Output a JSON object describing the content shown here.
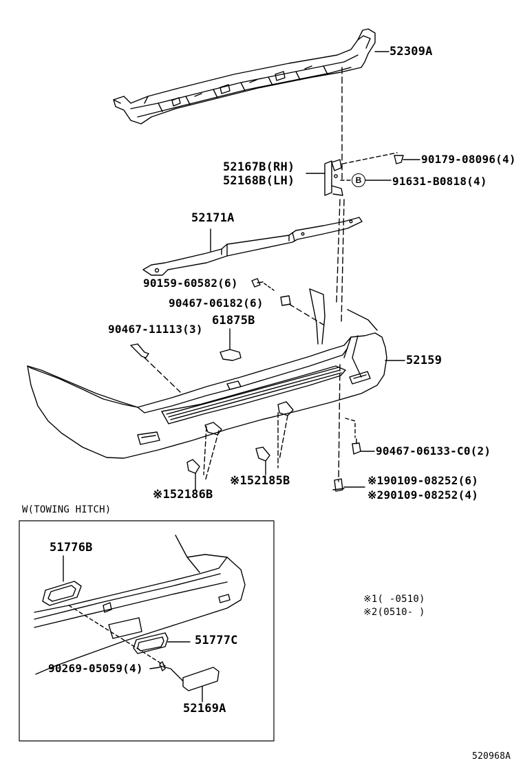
{
  "parts": {
    "p52309A": "52309A",
    "p52167B": "52167B(RH)",
    "p52168B": "52168B(LH)",
    "p90179": "90179-08096(4)",
    "p91631": "91631-B0818(4)",
    "circleB": "B",
    "p52171A": "52171A",
    "p90159": "90159-60582(6)",
    "p90467_06182": "90467-06182(6)",
    "p61875B": "61875B",
    "p90467_11113": "90467-11113(3)",
    "p52159": "52159",
    "p90467_06133": "90467-06133-C0(2)",
    "p90109_1": "※190109-08252(6)",
    "p90109_2": "※290109-08252(4)",
    "p52185B": "※152185B",
    "p52186B": "※152186B"
  },
  "hitch": {
    "title": "W(TOWING HITCH)",
    "p51776B": "51776B",
    "p51777C": "51777C",
    "p90269": "90269-05059(4)",
    "p52169A": "52169A"
  },
  "notes": {
    "n1": "※1(    -0510)",
    "n2": "※2(0510-    )"
  },
  "ref": "520968A",
  "colors": {
    "ink": "#000000",
    "paper": "#ffffff"
  }
}
